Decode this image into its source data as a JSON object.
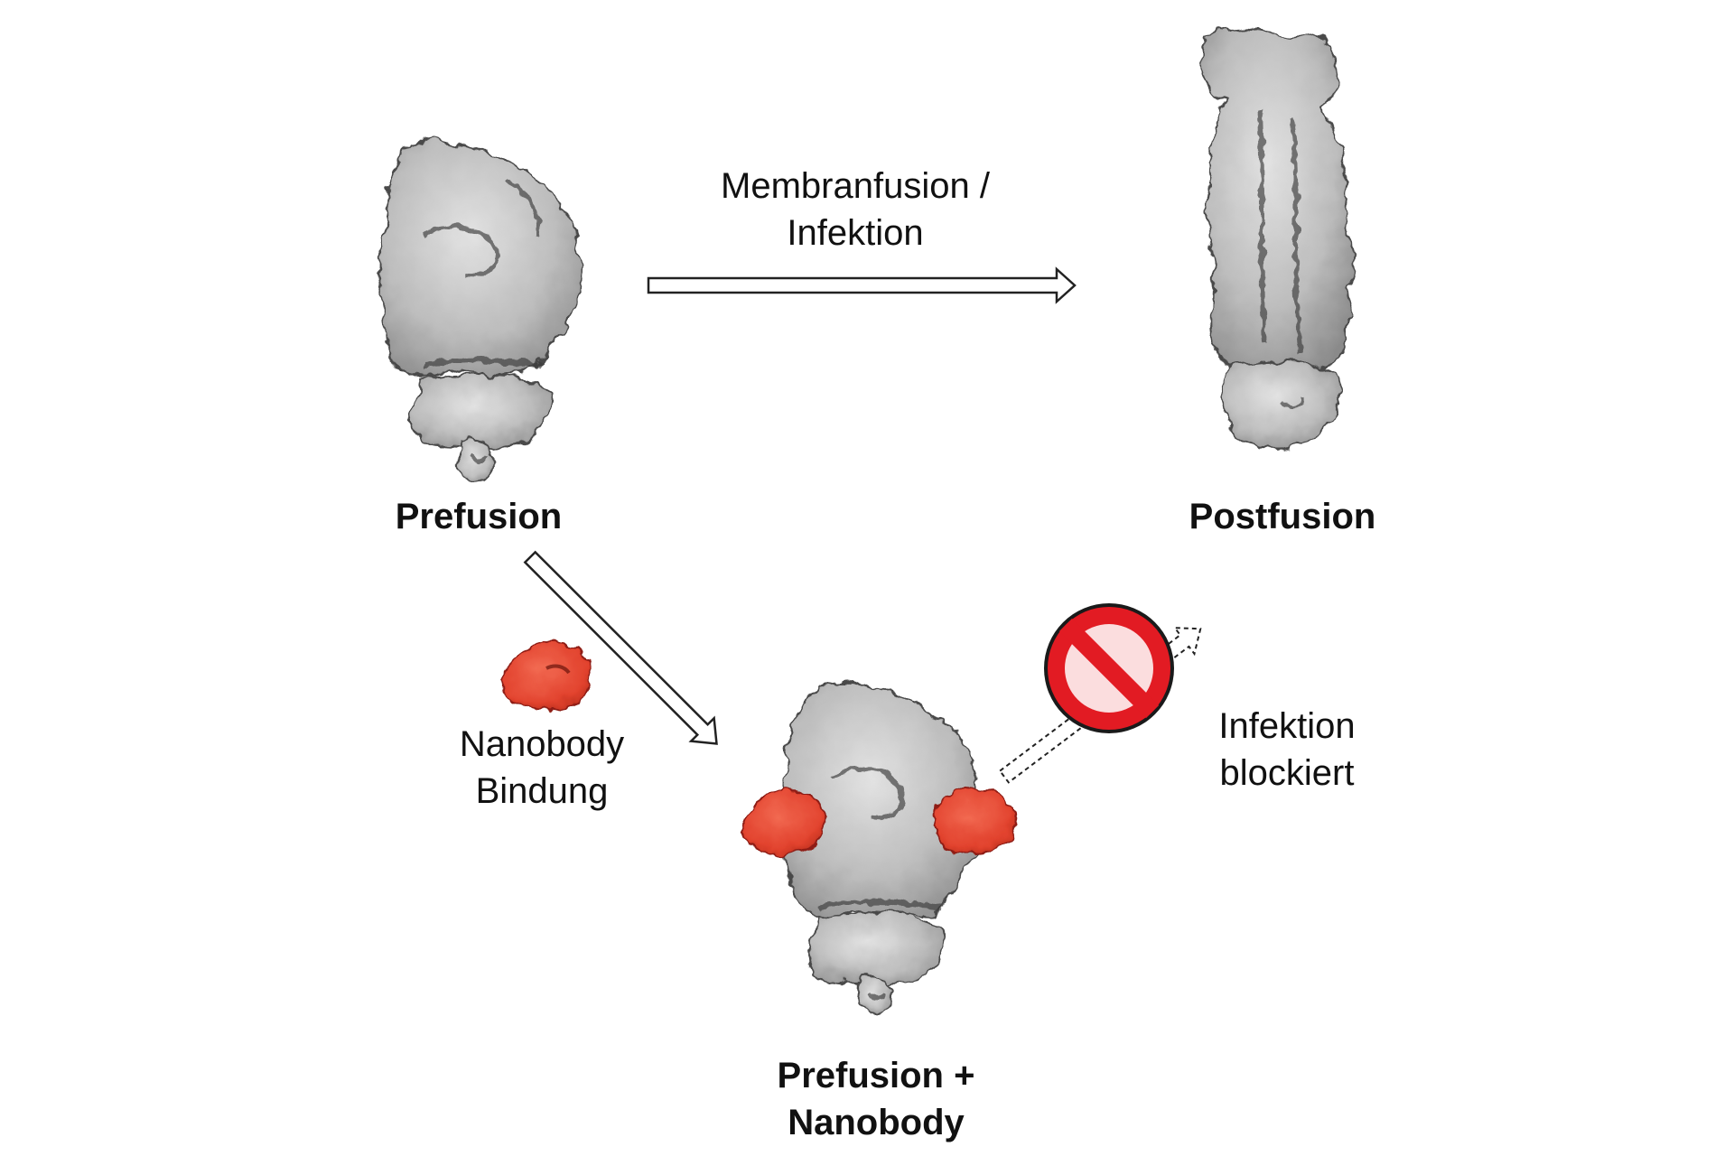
{
  "labels": {
    "top_arrow": [
      "Membranfusion /",
      "Infektion"
    ],
    "prefusion": "Prefusion",
    "postfusion": "Postfusion",
    "nanobody": [
      "Nanobody",
      "Bindung"
    ],
    "prefusion_nanobody": [
      "Prefusion +",
      "Nanobody"
    ],
    "blocked": [
      "Infektion",
      "blockiert"
    ]
  },
  "colors": {
    "protein": "#c9c9c9",
    "protein_shadow": "#5a5a5a",
    "nanobody": "#ea4a34",
    "nanobody_shadow": "#8e1e12",
    "prohibition": "#e21b23",
    "arrow_stroke": "#222222"
  },
  "icons": [
    "prefusion-structure-icon",
    "postfusion-structure-icon",
    "nanobody-icon",
    "prefusion-nanobody-complex-icon",
    "prohibition-icon"
  ]
}
